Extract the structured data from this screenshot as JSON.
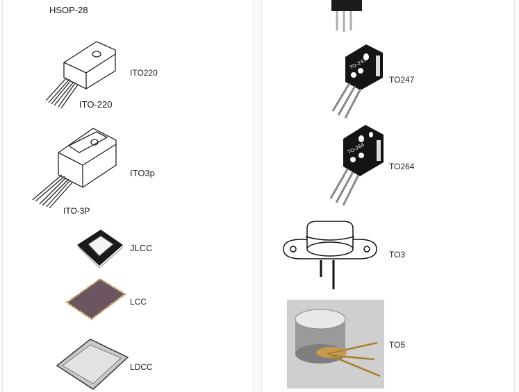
{
  "left_column": {
    "items": [
      {
        "label": "",
        "image_caption": "HSOP-28",
        "icon": "hsop28-package-icon"
      },
      {
        "label": "ITO220",
        "image_caption": "ITO-220",
        "icon": "ito220-package-icon"
      },
      {
        "label": "ITO3p",
        "image_caption": "ITO-3P",
        "icon": "ito3p-package-icon"
      },
      {
        "label": "JLCC",
        "image_caption": "",
        "icon": "jlcc-package-icon"
      },
      {
        "label": "LCC",
        "image_caption": "",
        "icon": "lcc-package-icon"
      },
      {
        "label": "LDCC",
        "image_caption": "",
        "icon": "ldcc-package-icon"
      }
    ]
  },
  "right_column": {
    "items": [
      {
        "label": "",
        "icon": "to220-package-icon"
      },
      {
        "label": "TO247",
        "chip_text": "TO-247",
        "icon": "to247-package-icon"
      },
      {
        "label": "TO264",
        "chip_text": "TO-264",
        "icon": "to264-package-icon"
      },
      {
        "label": "TO3",
        "icon": "to3-package-icon"
      },
      {
        "label": "TO5",
        "icon": "to5-package-icon"
      }
    ]
  }
}
